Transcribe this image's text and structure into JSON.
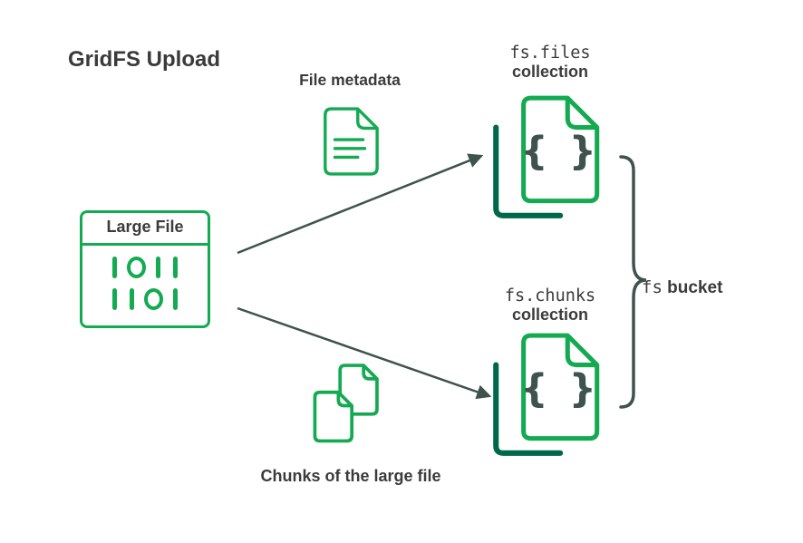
{
  "title": "GridFS Upload",
  "metadata": {
    "label": "File metadata"
  },
  "files": {
    "name": "fs.files",
    "word": "collection"
  },
  "chunks": {
    "name": "fs.chunks",
    "word": "collection"
  },
  "large_file": {
    "label": "Large File",
    "rows": [
      "1011",
      "1101"
    ]
  },
  "chunks_caption": "Chunks of the large file",
  "bucket": {
    "mono": "fs",
    "word": "bucket"
  },
  "braces": "{ }",
  "colors": {
    "green": "#13aa52",
    "dark_green": "#00684a",
    "ink": "#3e524e",
    "text": "#3b3b3b"
  }
}
